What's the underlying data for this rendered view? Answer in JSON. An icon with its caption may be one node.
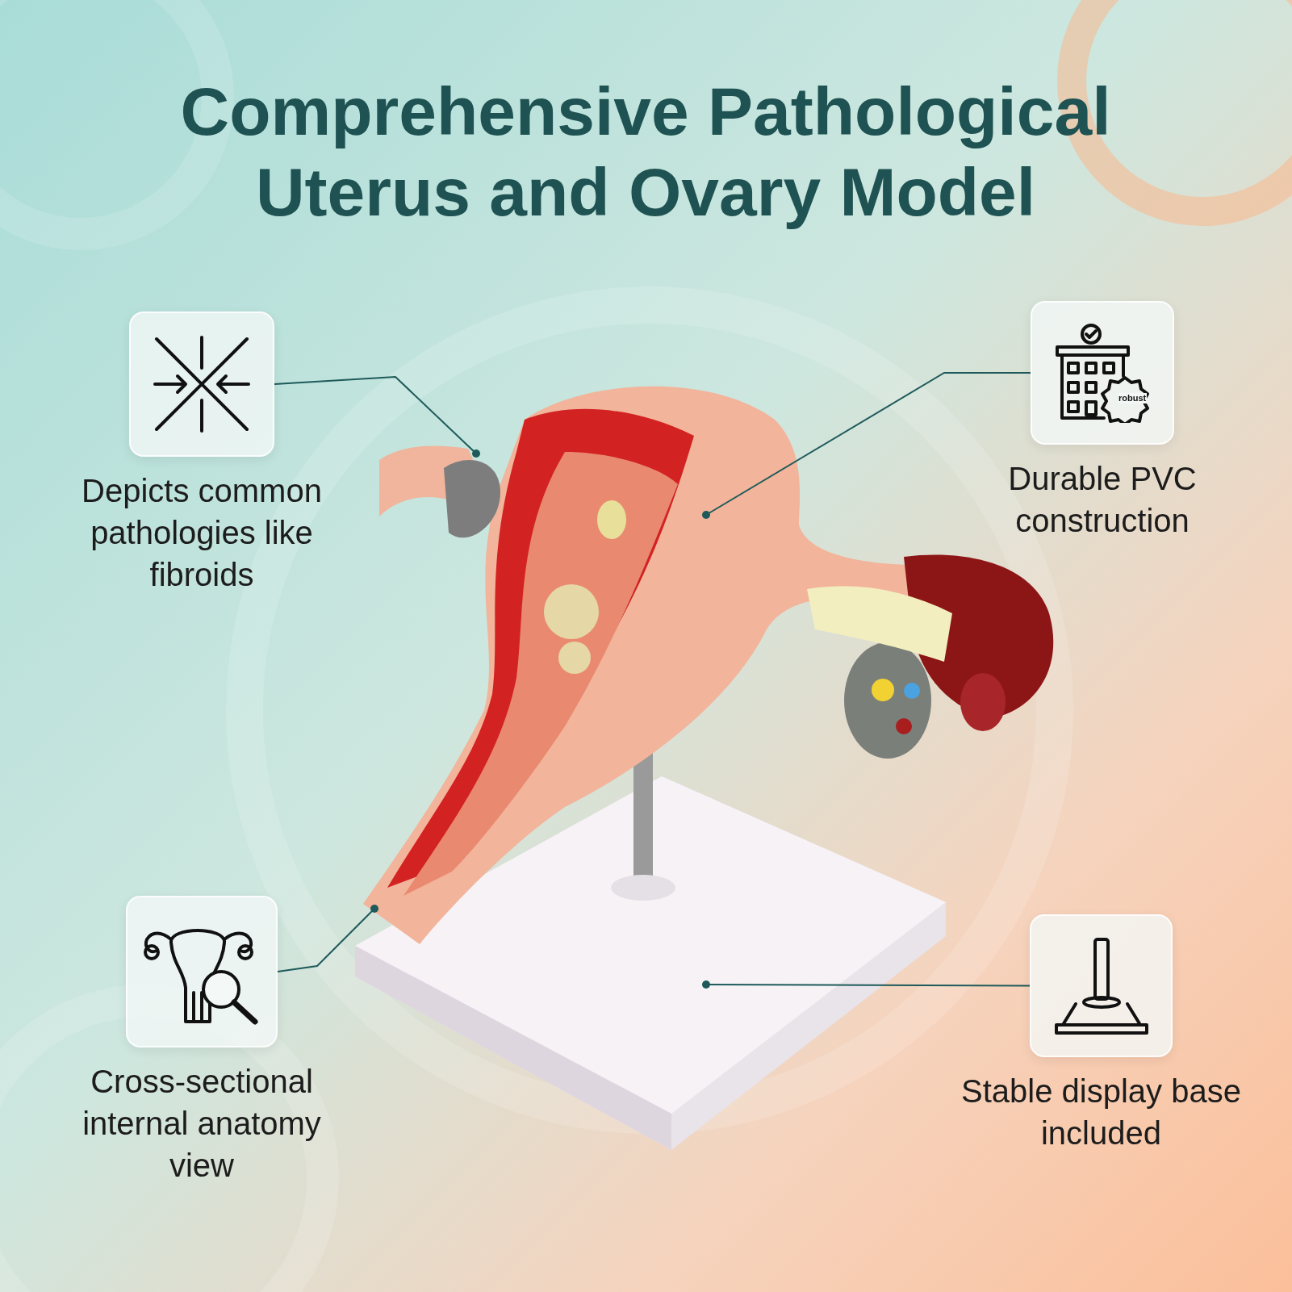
{
  "diagram": {
    "title": "Comprehensive Pathological Uterus and Ovary Model",
    "nodes": [
      {
        "text": [
          "Depicts common pathologies like fibroids"
        ]
      },
      {
        "text": [
          "Durable PVC construction"
        ]
      },
      {
        "text": [
          "Cross-sectional internal anatomy view"
        ]
      },
      {
        "text": [
          "Stable display base included"
        ]
      },
      {
        "text": [],
        "shape": "picture"
      }
    ],
    "edges": [
      {
        "from": 0,
        "to": 4,
        "arrow": "other"
      },
      {
        "from": 1,
        "to": 4,
        "arrow": "other"
      },
      {
        "from": 2,
        "to": 4,
        "arrow": "other"
      },
      {
        "from": 3,
        "to": 4,
        "arrow": "other"
      }
    ],
    "labels": [
      "robust"
    ]
  }
}
